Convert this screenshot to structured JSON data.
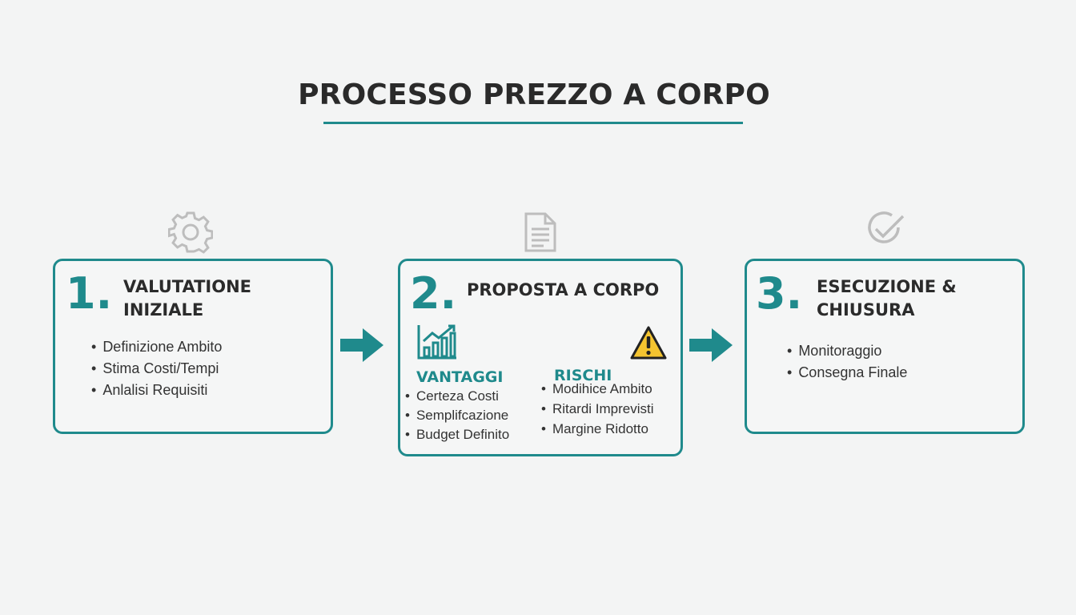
{
  "title": "PROCESSO PREZZO A CORPO",
  "accent_color": "#1f8a8c",
  "steps": [
    {
      "number": "1.",
      "title_line1": "VALUTATIONE",
      "title_line2": "INIZIALE",
      "icon": "gear-icon",
      "bullets": [
        "Definizione Ambito",
        "Stima Costi/Tempi",
        "Anlalisi Requisiti"
      ]
    },
    {
      "number": "2.",
      "title_line1": "PROPOSTA A CORPO",
      "icon": "document-icon",
      "advantages": {
        "heading": "VANTAGGI",
        "icon": "growth-chart-icon",
        "bullets": [
          "Certeza Costi",
          "Semplifcazione",
          "Budget Definito"
        ]
      },
      "risks": {
        "heading": "RISCHI",
        "icon": "warning-icon",
        "bullets": [
          "Modihice Ambito",
          "Ritardi Imprevisti",
          "Margine Ridotto"
        ]
      }
    },
    {
      "number": "3.",
      "title_line1": "ESECUZIONE &",
      "title_line2": "CHIUSURA",
      "icon": "check-circle-icon",
      "bullets": [
        "Monitoraggio",
        "Consegna Finale"
      ]
    }
  ]
}
